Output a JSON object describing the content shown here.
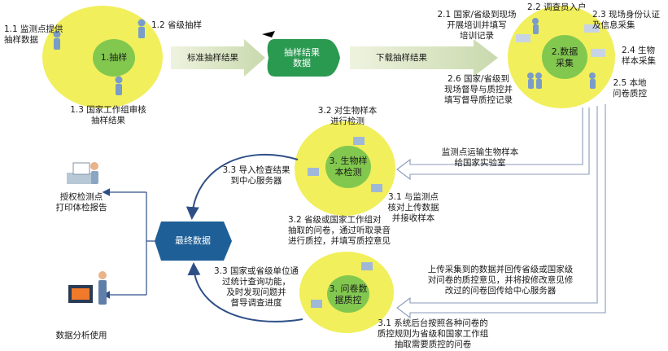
{
  "nodes": {
    "sampling": {
      "center": "1.抽样",
      "s1_1": "1.1 监测点提供\n抽样数据",
      "s1_2": "1.2 省级抽样",
      "s1_3": "1.3 国家工作组审核\n抽样结果"
    },
    "sample_result_data": "抽样结果\n数据",
    "collection": {
      "center": "2.数据\n采集",
      "s2_1": "2.1 国家/省级到现场\n开展培训并填写\n培训记录",
      "s2_2": "2.2 调查员入户",
      "s2_3": "2.3 现场身份认证\n及信息采集",
      "s2_4": "2.4 生物\n样本采集",
      "s2_5": "2.5 本地\n问卷质控",
      "s2_6": "2.6 国家/省级到\n现场督导与质控并\n填写督导质控记录"
    },
    "bio": {
      "center": "3. 生物样\n本检测",
      "s3_2": "3.2 对生物样本\n进行检测",
      "s3_1": "3.1 与监测点\n核对上传数据\n并接收样本",
      "s3_3": "3.3 导入检查结果\n到中心服务器"
    },
    "quest": {
      "center": "3. 问卷数\n据质控",
      "s3_2": "3.2 省级或国家工作组对\n抽取的问卷，通过听取录音\n进行质控，并填写质控意见",
      "s3_1": "3.1 系统后台按照各种问卷的\n质控规则为省级和国家工作组\n抽取需要质控的问卷",
      "s3_3": "3.3 国家或省级单位通\n过统计查询功能，\n及时发现问题并\n督导调查进度"
    },
    "final_data": "最终数据",
    "print_report": "授权检测点\n打印体检报告",
    "analysis": "数据分析使用"
  },
  "edges": {
    "standard_result": "标准抽样结果",
    "download_result": "下载抽样结果",
    "transport": "监测点运输生物样本\n给国家实验室",
    "upload": "上传采集到的数据并回传省级或国家级\n对问卷的质控意见，并将按修改意见修\n改过的问卷回传给中心服务器"
  },
  "colors": {
    "outer_ellipse": "#f1ef5b",
    "inner_ellipse": "#82c84f",
    "final_data_box": "#1f5f97",
    "sample_box": "#2a9a50",
    "block_arrow": "#dde7c5",
    "connector": "#2e4f86"
  }
}
